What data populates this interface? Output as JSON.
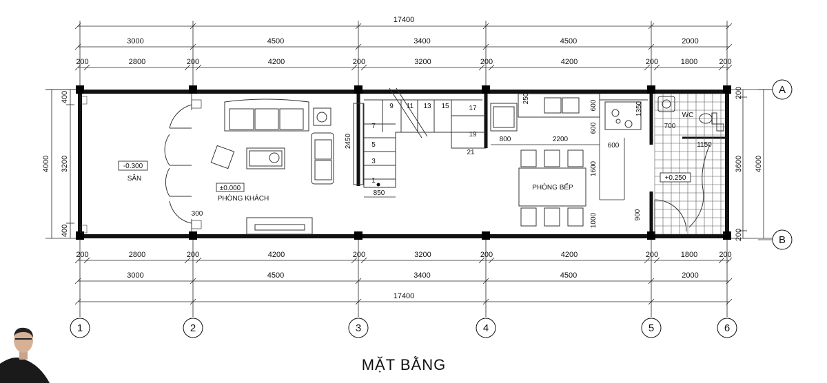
{
  "title": "MẶT BẰNG",
  "total_dims": {
    "top": "17400",
    "bottom": "17400"
  },
  "bay_dims": [
    "3000",
    "4500",
    "3400",
    "4500",
    "2000"
  ],
  "detail_dims": [
    {
      "value": "200"
    },
    {
      "value": "2800"
    },
    {
      "value": "200"
    },
    {
      "value": "4200"
    },
    {
      "value": "200"
    },
    {
      "value": "3200"
    },
    {
      "value": "200"
    },
    {
      "value": "4200"
    },
    {
      "value": "200"
    },
    {
      "value": "1800"
    },
    {
      "value": "200"
    }
  ],
  "grid_axes_x": [
    "1",
    "2",
    "3",
    "4",
    "5",
    "6"
  ],
  "grid_axes_y": [
    "A",
    "B"
  ],
  "left_dims": {
    "total": "4000",
    "top": "400",
    "mid": "3200",
    "bottom": "400"
  },
  "right_dims": {
    "total": "4000",
    "top": "200",
    "mid": "3600",
    "bottom": "200"
  },
  "rooms": {
    "san": {
      "name": "SÂN",
      "level": "-0.300"
    },
    "khach": {
      "name": "PHÒNG KHÁCH",
      "level": "±0.000"
    },
    "bep": {
      "name": "PHÒNG BẾP"
    },
    "wc": {
      "name": "WC",
      "level": "+0.250"
    }
  },
  "stair": {
    "steps": [
      "1",
      "3",
      "5",
      "7",
      "9",
      "11",
      "13",
      "15",
      "17",
      "19",
      "21"
    ],
    "width": "850",
    "run": "2450"
  },
  "inner_dims": {
    "door_300": "300",
    "k_250": "250",
    "k_800": "800",
    "k_2200": "2200",
    "k_600a": "600",
    "k_600b": "600",
    "k_600c": "600",
    "k_1600": "1600",
    "k_1000": "1000",
    "k_1350": "1350",
    "k_900": "900",
    "wc_700": "700",
    "wc_1150": "1150"
  },
  "colors": {
    "line": "#111111",
    "background": "#ffffff"
  }
}
